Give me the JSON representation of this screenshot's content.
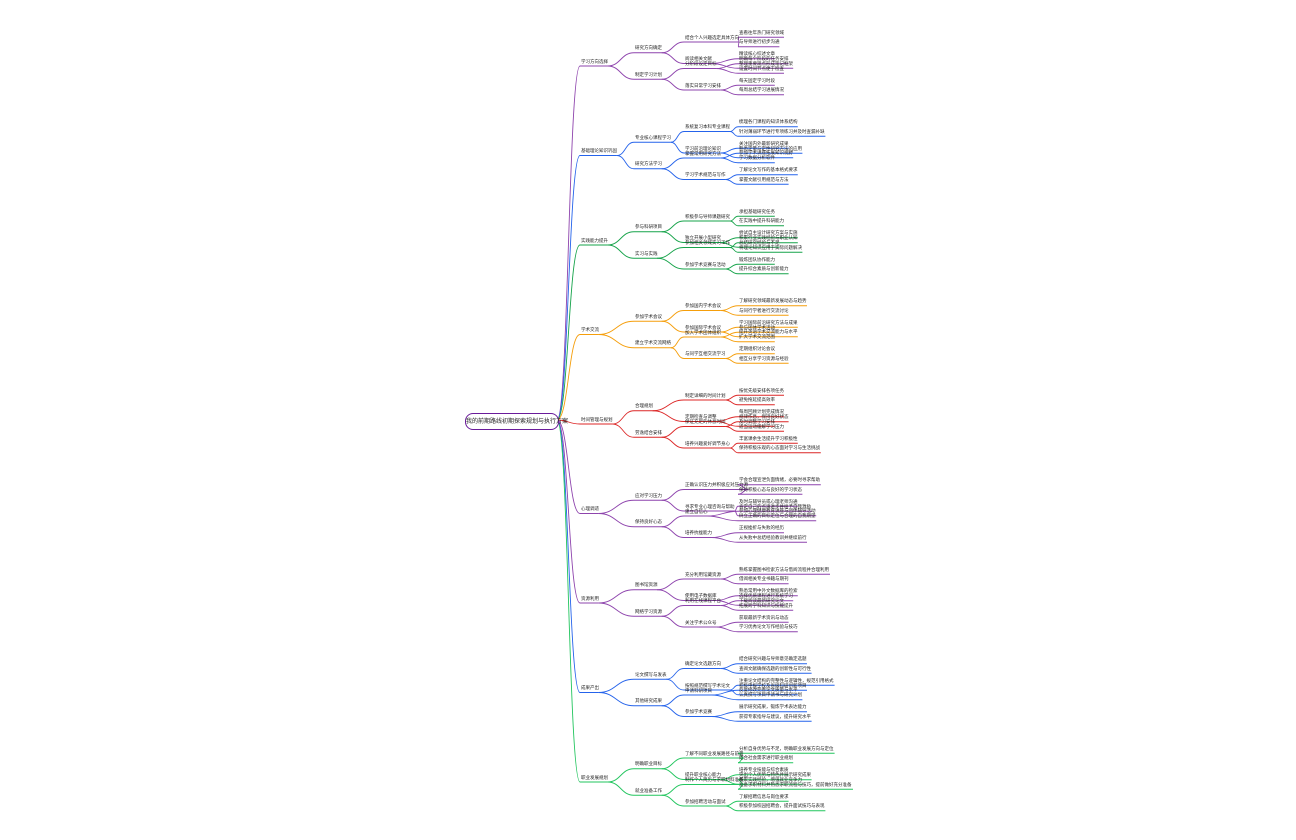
{
  "root": {
    "label": "我的前期路线初期探索规划与执行方案"
  },
  "branches": [
    {
      "label": "学习方向选择",
      "color": "#8e44ad",
      "children": [
        {
          "label": "研究方向确定",
          "children": [
            {
              "label": "结合个人兴趣选定具体方向",
              "leaves": [
                "查看往年热门研究领域",
                "与导师进行初步沟通"
              ]
            },
            {
              "label": "阅读相关文献",
              "leaves": [
                "精读核心综述文章",
                "整理重要观点形成笔记框架"
              ]
            }
          ]
        },
        {
          "label": "制定学习计划",
          "children": [
            {
              "label": "分阶段设定目标",
              "leaves": [
                "明确每个阶段的任务安排",
                "设置时间节点便于检查"
              ]
            },
            {
              "label": "落实日常学习安排",
              "leaves": [
                "每天固定学习时段",
                "每周总结学习进展情况"
              ]
            }
          ]
        }
      ]
    },
    {
      "label": "基础理论知识巩固",
      "color": "#2563eb",
      "children": [
        {
          "label": "专业核心课程学习",
          "children": [
            {
              "label": "系统复习本科专业课程",
              "leaves": [
                "梳理各门课程的知识体系结构",
                "针对薄弱环节进行专项练习并及时查漏补缺"
              ]
            },
            {
              "label": "学习前沿理论知识",
              "leaves": [
                "关注国内外最新研究成果",
                "参加学术讲座拓展知识视野"
              ]
            }
          ]
        },
        {
          "label": "研究方法学习",
          "children": [
            {
              "label": "掌握常用研究方法",
              "leaves": [
                "熟悉定量与定性研究方法的应用",
                "学习数据分析软件"
              ]
            },
            {
              "label": "学习学术规范与写作",
              "leaves": [
                "了解论文写作的基本格式要求",
                "掌握文献引用规范与方法"
              ]
            }
          ]
        }
      ]
    },
    {
      "label": "实践能力提升",
      "color": "#16a34a",
      "children": [
        {
          "label": "参与科研项目",
          "children": [
            {
              "label": "积极参与导师课题研究",
              "leaves": [
                "承担基础研究任务",
                "在实践中提升科研能力"
              ]
            },
            {
              "label": "独立开展小型研究",
              "leaves": [
                "尝试自主设计研究方案与实施",
                "总结研究经验与不足"
              ]
            }
          ]
        },
        {
          "label": "实习与实践",
          "children": [
            {
              "label": "参加相关领域实习工作",
              "leaves": [
                "积累行业实践经验与职业认知",
                "将理论知识应用于实际问题解决"
              ]
            },
            {
              "label": "参加学术竞赛与活动",
              "leaves": [
                "锻炼团队协作能力",
                "提升综合素质与创新能力"
              ]
            }
          ]
        }
      ]
    },
    {
      "label": "学术交流",
      "color": "#f59e0b",
      "children": [
        {
          "label": "参加学术会议",
          "children": [
            {
              "label": "参加国内学术会议",
              "leaves": [
                "了解研究领域最新发展动态与趋势",
                "与同行学者进行交流讨论"
              ]
            },
            {
              "label": "参加国际学术会议",
              "leaves": [
                "学习国际前沿研究方法与成果",
                "提升英语学术交流能力与水平"
              ]
            }
          ]
        },
        {
          "label": "建立学术交流网络",
          "children": [
            {
              "label": "加入学术团体组织",
              "leaves": [
                "参与团体学术活动",
                "扩大学术交流范围"
              ]
            },
            {
              "label": "与同学互相交流学习",
              "leaves": [
                "定期组织讨论会议",
                "相互分享学习资源与经验"
              ]
            }
          ]
        }
      ]
    },
    {
      "label": "时间管理与规划",
      "color": "#dc2626",
      "children": [
        {
          "label": "合理规划",
          "children": [
            {
              "label": "制定详细的时间计划",
              "leaves": [
                "按优先级安排各项任务",
                "避免拖延提高效率"
              ]
            },
            {
              "label": "定期检查与调整",
              "leaves": [
                "每周回顾计划完成情况",
                "及时调整学习安排"
              ]
            }
          ]
        },
        {
          "label": "劳逸结合安排",
          "children": [
            {
              "label": "保证充足的休息时间",
              "leaves": [
                "规律作息，保持良好状态",
                "适当运动缓解学习压力"
              ]
            },
            {
              "label": "培养兴趣爱好调节身心",
              "leaves": [
                "丰富课余生活提升学习积极性",
                "保持积极乐观的心态面对学习与生活挑战"
              ]
            }
          ]
        }
      ]
    },
    {
      "label": "心理调适",
      "color": "#8e44ad",
      "children": [
        {
          "label": "应对学习压力",
          "children": [
            {
              "label": "正确认识压力并积极应对压力源",
              "leaves": [
                "学会合理宣泄负面情绪，必要时寻求帮助",
                "保持积极心态与良好的学习状态"
              ]
            },
            {
              "label": "寻求专业心理咨询与帮助",
              "leaves": [
                "及时与辅导员或心理老师沟通",
                "参加心理健康教育讲座与团体辅导活动"
              ]
            }
          ]
        },
        {
          "label": "保持良好心态",
          "children": [
            {
              "label": "建立自信心",
              "leaves": [
                "肯定自己的点滴进步并给予自我激励",
                "树立正确的目标定位与合理的自我期望"
              ]
            },
            {
              "label": "培养抗挫能力",
              "leaves": [
                "正视挫折与失败的经历",
                "从失败中总结经验教训并继续前行"
              ]
            }
          ]
        }
      ]
    },
    {
      "label": "资源利用",
      "color": "#8e44ad",
      "children": [
        {
          "label": "图书馆资源",
          "children": [
            {
              "label": "充分利用馆藏资源",
              "leaves": [
                "熟练掌握图书检索方法与借阅流程并合理利用",
                "借阅相关专业书籍与期刊"
              ]
            },
            {
              "label": "使用电子数据库",
              "leaves": [
                "熟悉常用中外文数据库的检索",
                "下载阅读最新研究论文"
              ]
            }
          ]
        },
        {
          "label": "网络学习资源",
          "children": [
            {
              "label": "利用在线课程平台",
              "leaves": [
                "选择优质课程进行系统学习",
                "拓展跨学科知识与技能提升"
              ]
            },
            {
              "label": "关注学术公众号",
              "leaves": [
                "获取最新学术资讯与动态",
                "学习优秀论文写作经验与技巧"
              ]
            }
          ]
        }
      ]
    },
    {
      "label": "成果产出",
      "color": "#2563eb",
      "children": [
        {
          "label": "论文撰写与发表",
          "children": [
            {
              "label": "确定论文选题方向",
              "leaves": [
                "结合研究兴趣与导师意见确定选题",
                "查阅文献确保选题的创新性与可行性"
              ]
            },
            {
              "label": "按照规范撰写学术论文",
              "leaves": [
                "注重论文结构的完整性与逻辑性，规范引用格式",
                "反复修改完善论文质量与水平"
              ]
            }
          ]
        },
        {
          "label": "其他研究成果",
          "children": [
            {
              "label": "申请科研项目",
              "leaves": [
                "积极申报学校及省级科研创新项目",
                "认真撰写项目申请书与研究计划"
              ]
            },
            {
              "label": "参加学术竞赛",
              "leaves": [
                "展示研究成果，锻炼学术表达能力",
                "获得专家指导与建议，提升研究水平"
              ]
            }
          ]
        }
      ]
    },
    {
      "label": "职业发展规划",
      "color": "#22c55e",
      "children": [
        {
          "label": "明确职业目标",
          "children": [
            {
              "label": "了解不同职业发展路径与前景",
              "leaves": [
                "分析自身优势与不足，明确职业发展方向与定位",
                "结合社会需求进行职业规划"
              ]
            },
            {
              "label": "提升职业核心能力",
              "leaves": [
                "培养专业技能与综合素质",
                "积累实践经验，增强就业竞争力"
              ]
            }
          ]
        },
        {
          "label": "就业准备工作",
          "children": [
            {
              "label": "制作个人简历与求职材料准备",
              "leaves": [
                "突出个人优势与特色并展示研究成果",
                "准备求职材料并熟悉求职流程与技巧，提前做好充分准备"
              ]
            },
            {
              "label": "参加招聘活动与面试",
              "leaves": [
                "了解招聘信息与岗位要求",
                "积极参加校园招聘会，提升面试技巧与表现"
              ]
            }
          ]
        }
      ]
    }
  ]
}
